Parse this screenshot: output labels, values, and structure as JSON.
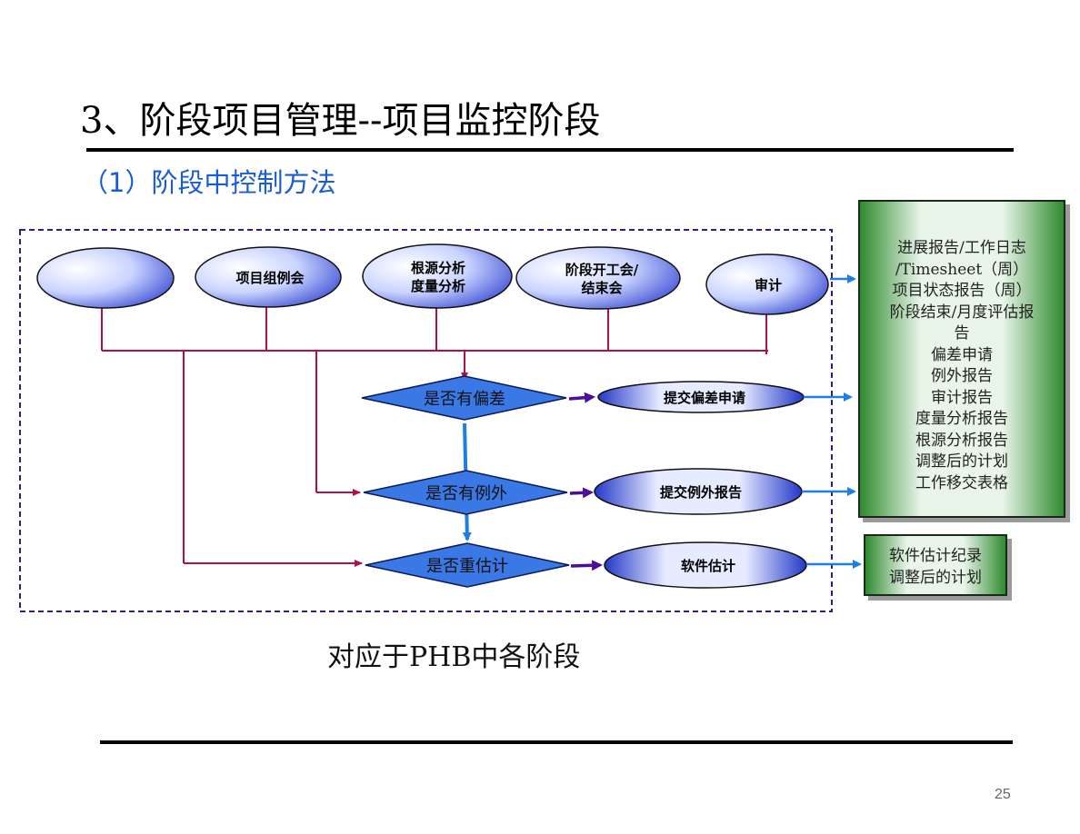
{
  "title": "3、阶段项目管理--项目监控阶段",
  "subtitle": "（1）阶段中控制方法",
  "caption": "对应于PHB中各阶段",
  "page_number": "25",
  "ellipses": [
    {
      "id": "blank",
      "lines": []
    },
    {
      "id": "project-meeting",
      "lines": [
        "项目组例会"
      ]
    },
    {
      "id": "root-cause",
      "lines": [
        "根源分析",
        "度量分析"
      ]
    },
    {
      "id": "kickoff",
      "lines": [
        "阶段开工会/",
        "结束会"
      ]
    },
    {
      "id": "audit",
      "lines": [
        "审计"
      ]
    }
  ],
  "decisions": [
    {
      "id": "deviation",
      "label": "是否有偏差"
    },
    {
      "id": "exception",
      "label": "是否有例外"
    },
    {
      "id": "reestimate",
      "label": "是否重估计"
    }
  ],
  "actions": [
    {
      "id": "submit-deviation",
      "label": "提交偏差申请"
    },
    {
      "id": "submit-exception",
      "label": "提交例外报告"
    },
    {
      "id": "software-estimate",
      "label": "软件估计"
    }
  ],
  "outputs_main": [
    "进展报告/工作日志",
    "/Timesheet（周）",
    "项目状态报告（周）",
    "阶段结束/月度评估报",
    "告",
    "偏差申请",
    "例外报告",
    "审计报告",
    "度量分析报告",
    "根源分析报告",
    "调整后的计划",
    "工作移交表格"
  ],
  "outputs_estimate": [
    "软件估计纪录",
    "调整后的计划"
  ],
  "colors": {
    "title_blue": "#1a5cd6",
    "connector": "#b0104a",
    "blue_arrow": "#1f7fe0",
    "purple_arrow": "#4b0f9a",
    "diamond": "#3a78e6",
    "dashed_border": "#3a1a7a"
  }
}
